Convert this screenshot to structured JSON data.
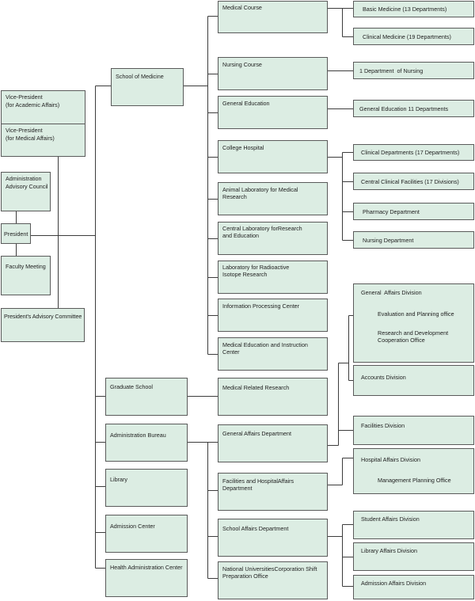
{
  "left": {
    "vp_academic": [
      "Vice-President",
      "(for Academic Affairs)"
    ],
    "vp_medical": [
      "Vice-President",
      "(for Medical Affairs)"
    ],
    "advisory_council": [
      "Administration",
      "Advisory Council"
    ],
    "president": "President",
    "faculty_meeting": "Faculty Meeting",
    "advisory_committee": "President's Advisory Committee"
  },
  "schools": {
    "medicine": "School of Medicine",
    "graduate": "Graduate School",
    "admin_bureau": "Administration Bureau",
    "library": "Library",
    "admission_center": "Admission Center",
    "health_center": "Health Administration Center"
  },
  "medicine_units": {
    "medical_course": "Medical Course",
    "nursing_course": "Nursing Course",
    "general_education": "General Education",
    "college_hospital": "College Hospital",
    "animal_lab": [
      "Animal Laboratory for Medical",
      "Research"
    ],
    "central_lab": [
      "Central Laboratory forResearch",
      "and Education"
    ],
    "isotope_lab": [
      "Laboratory for Radioactive",
      "Isotope Research"
    ],
    "info_center": "Information Processing Center",
    "med_ed_center": [
      "Medical Education and Instruction",
      "Center"
    ]
  },
  "graduate_units": {
    "medical_research": "Medical Related Research"
  },
  "bureau_departments": {
    "general_affairs": "General Affairs Department",
    "facilities_hospital": [
      "Facilities and HospitalAffairs",
      "Department"
    ],
    "school_affairs": "School Affairs Department",
    "shift_office": [
      "National UniversitiesCorporation Shift",
      "Preparation Office"
    ]
  },
  "departments": {
    "basic_medicine": "Basic Medicine (13 Departments)",
    "clinical_medicine": "Clinical Medicine (19 Departments)",
    "nursing": "1 Department  of Nursing",
    "general_education": "General Education 11 Departments",
    "clinical_departments": "Clinical Departments (17 Departments)",
    "central_clinical": "Central Clinical Facilities (17 Divisions)",
    "pharmacy": "Pharmacy Department",
    "nursing_department": "Nursing Department"
  },
  "divisions": {
    "general_affairs": "General  Affairs Division",
    "evaluation_office": "Evaluation and Planning office",
    "rd_office": [
      "Research and Development",
      "Cooperation Office"
    ],
    "accounts": "Accounts Division",
    "facilities": "Facilities Division",
    "hospital_affairs": "Hospital Affairs Division",
    "management_office": "Management Planning Office",
    "student_affairs": "Student Affairs Division",
    "library_affairs": "Library Affairs Division",
    "admission_affairs": "Admission Affairs Division"
  },
  "colors": {
    "box_fill": "#dcede3",
    "border": "#5a5a5a",
    "line": "#3c3c3c",
    "text": "#1e1e1e"
  }
}
